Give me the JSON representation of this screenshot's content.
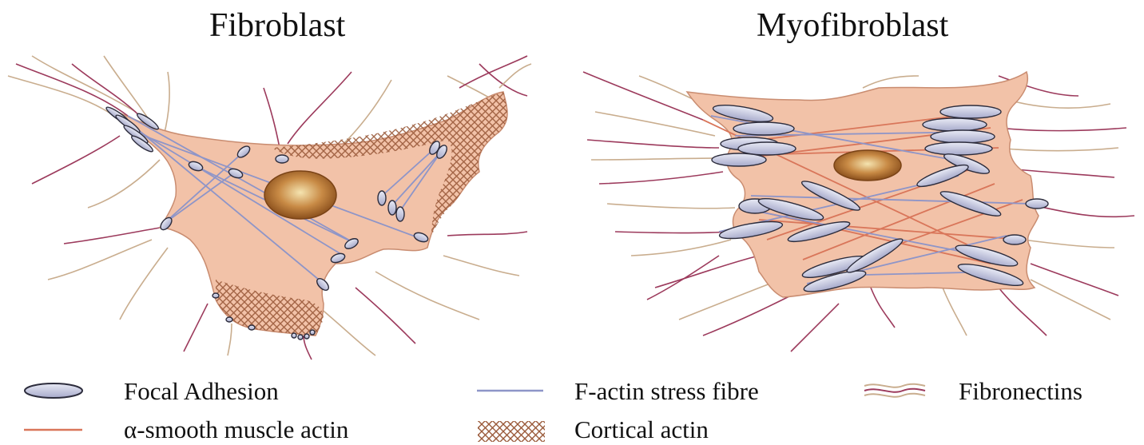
{
  "titles": {
    "left": "Fibroblast",
    "right": "Myofibroblast"
  },
  "legend": {
    "focal_adhesion": "Focal Adhesion",
    "f_actin": "F-actin stress fibre",
    "fibronectins": "Fibronectins",
    "alpha_sma": "α-smooth muscle actin",
    "cortical_actin": "Cortical actin"
  },
  "colors": {
    "cell_fill": "#f2c2a8",
    "cell_edge": "#c98c70",
    "nucleus": "#a8692a",
    "focal_adhesion": "#c9cbe0",
    "f_actin": "#8e95c8",
    "alpha_sma": "#d9765a",
    "fibronectin_a": "#9c3a5c",
    "fibronectin_b": "#c9ad8e",
    "cortical_actin": "#9a5a3a"
  }
}
